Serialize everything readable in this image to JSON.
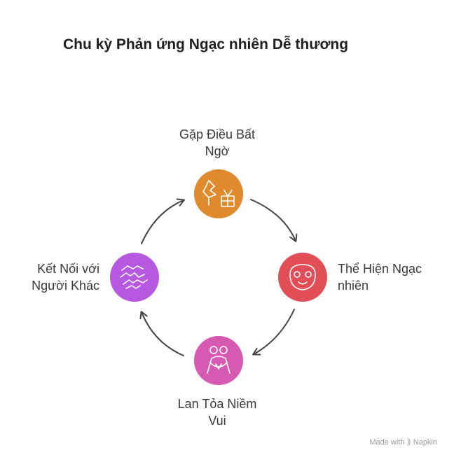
{
  "title": "Chu kỳ Phản ứng Ngạc nhiên Dễ thương",
  "nodes": [
    {
      "id": "top",
      "line1": "Gặp Điều Bất",
      "line2": "Ngờ",
      "color": "#E08A2E",
      "icon": "gift-surprise-icon"
    },
    {
      "id": "right",
      "line1": "Thể Hiện Ngạc",
      "line2": "nhiên",
      "color": "#E24E55",
      "icon": "smiling-face-icon"
    },
    {
      "id": "bottom",
      "line1": "Lan Tỏa Niềm",
      "line2": "Vui",
      "color": "#D659B2",
      "icon": "hugging-people-icon"
    },
    {
      "id": "left",
      "line1": "Kết Nối với",
      "line2": "Người Khác",
      "color": "#B659E0",
      "icon": "handshake-icon"
    }
  ],
  "watermark": {
    "prefix": "Made with",
    "brand": "Napkin"
  }
}
